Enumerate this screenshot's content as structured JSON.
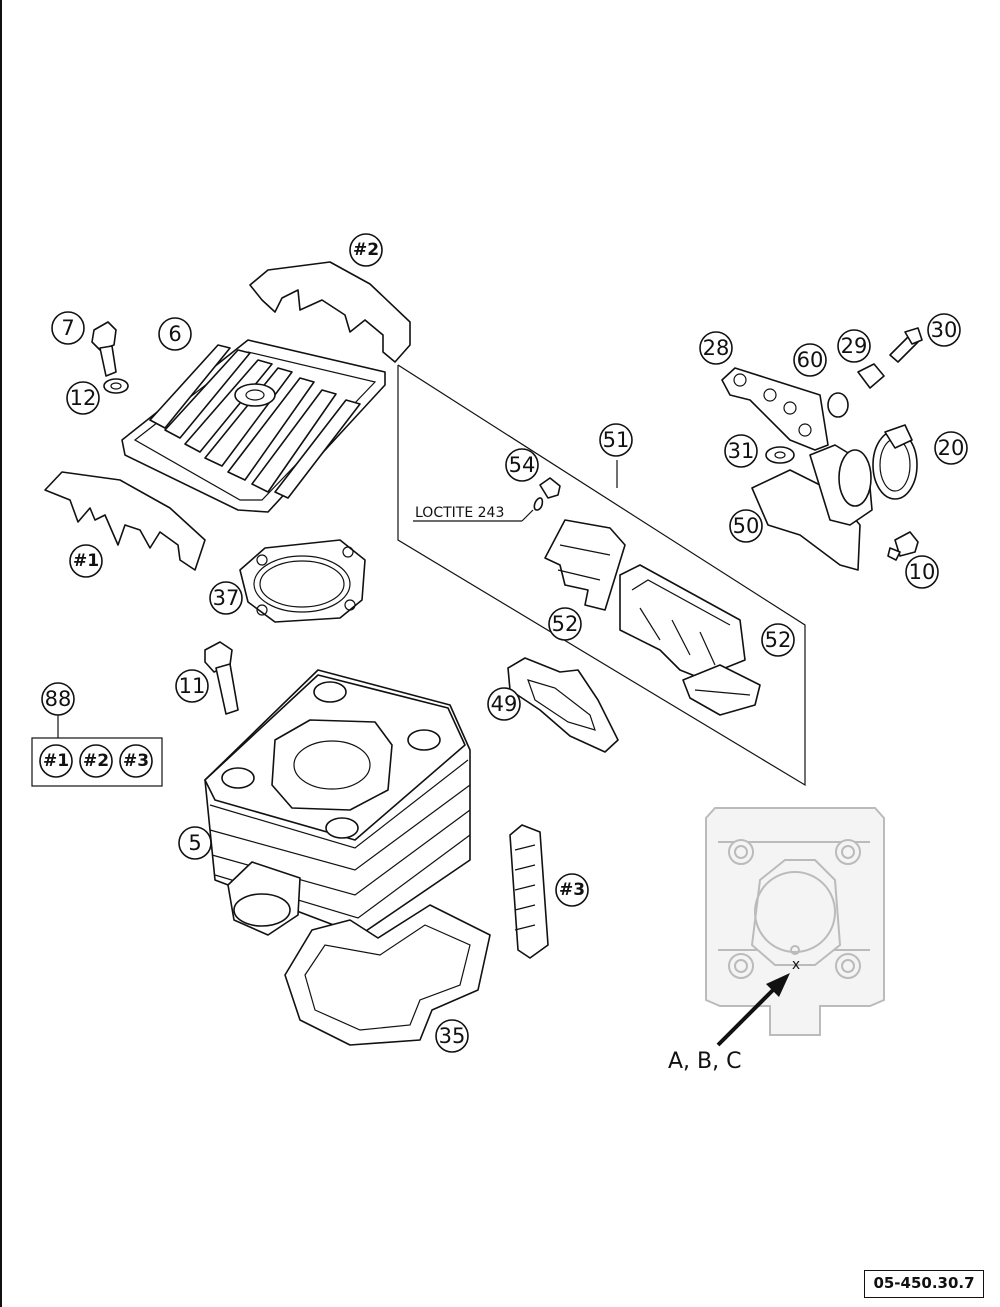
{
  "diagram": {
    "callouts": {
      "c5": "5",
      "c6": "6",
      "c7": "7",
      "c10": "10",
      "c11": "11",
      "c12": "12",
      "c20": "20",
      "c28": "28",
      "c29": "29",
      "c30": "30",
      "c31": "31",
      "c35": "35",
      "c37": "37",
      "c49": "49",
      "c50": "50",
      "c51": "51",
      "c52a": "52",
      "c52b": "52",
      "c54": "54",
      "c60": "60",
      "c88": "88"
    },
    "refs": {
      "r1": "#1",
      "r2": "#2",
      "r3": "#3",
      "kit1": "#1",
      "kit2": "#2",
      "kit3": "#3"
    },
    "notes": {
      "loctite": "LOCTITE 243",
      "measure_point": "A, B, C",
      "measure_mark": "x"
    },
    "doc_id": "05-450.30.7"
  }
}
